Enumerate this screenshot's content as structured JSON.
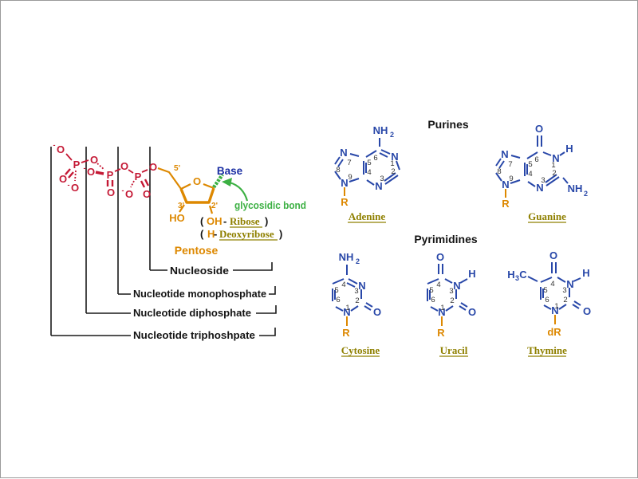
{
  "colors": {
    "phosphate_red": "#C41834",
    "sugar_gold": "#DD8800",
    "base_blue": "#2847A8",
    "base_label_navy": "#1B2FA3",
    "bond_green": "#3CB043",
    "name_olive": "#8F8000",
    "text_black": "#141414"
  },
  "atoms": {
    "P": "P",
    "O": "O",
    "N": "N",
    "H": "H",
    "C": "C",
    "R": "R",
    "dR": "dR",
    "NH": "NH",
    "HO": "HO",
    "OH": "OH",
    "sub2": "2",
    "sub3": "3",
    "minus": "-"
  },
  "nums": {
    "n1": "1",
    "n2": "2",
    "n3": "3",
    "n4": "4",
    "n5": "5",
    "n6": "6",
    "n7": "7",
    "n8": "8",
    "n9": "9"
  },
  "primes": {
    "five": "5'",
    "three": "3'",
    "two": "2'"
  },
  "sugar": {
    "base_label": "Base",
    "glycosidic_label": "glycosidic bond",
    "pentose": "Pentose",
    "paren_open": "(",
    "paren_close": ")",
    "dash": "-",
    "ribose": "Ribose",
    "deoxyribose": "Deoxyribose"
  },
  "brackets": {
    "nucleoside": "Nucleoside",
    "monophosphate": "Nucleotide monophosphate",
    "diphosphate": "Nucleotide diphosphate",
    "triphosphate": "Nucleotide triphoshpate"
  },
  "groups": {
    "purines": "Purines",
    "pyrimidines": "Pyrimidines"
  },
  "names": {
    "adenine": "Adenine",
    "guanine": "Guanine",
    "cytosine": "Cytosine",
    "uracil": "Uracil",
    "thymine": "Thymine"
  }
}
